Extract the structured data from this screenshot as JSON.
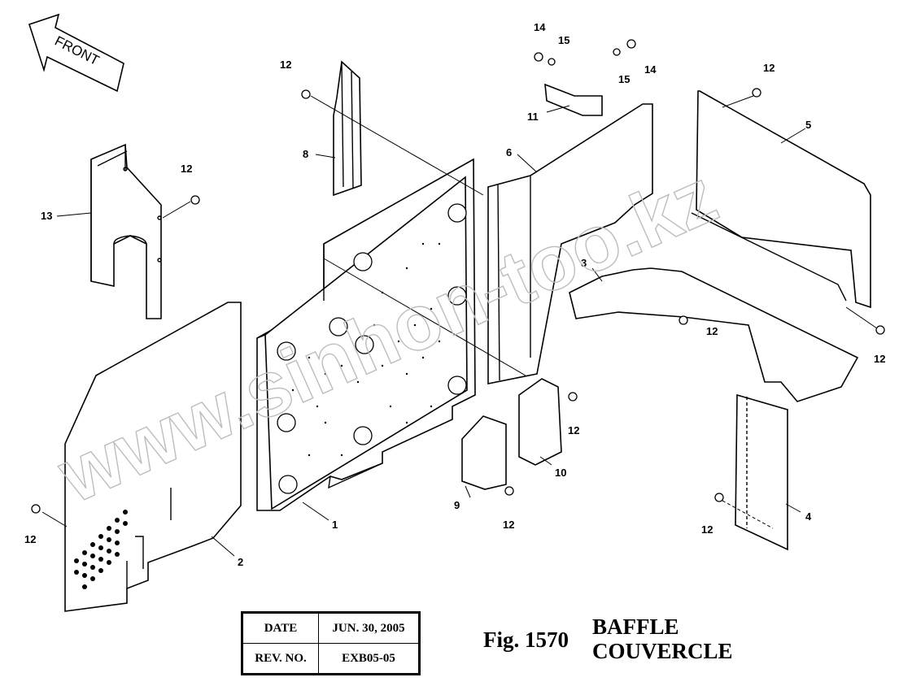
{
  "front_label": "FRONT",
  "watermark": "www.sinhon-too.kz",
  "table": {
    "date_label": "DATE",
    "date_value": "JUN. 30, 2005",
    "rev_label": "REV. NO.",
    "rev_value": "EXB05-05"
  },
  "figure": {
    "number": "Fig. 1570",
    "title_en": "BAFFLE",
    "title_fr": "COUVERCLE"
  },
  "callouts": [
    {
      "id": "c1",
      "text": "1"
    },
    {
      "id": "c2",
      "text": "2"
    },
    {
      "id": "c3",
      "text": "3"
    },
    {
      "id": "c4",
      "text": "4"
    },
    {
      "id": "c5",
      "text": "5"
    },
    {
      "id": "c6",
      "text": "6"
    },
    {
      "id": "c8",
      "text": "8"
    },
    {
      "id": "c9",
      "text": "9"
    },
    {
      "id": "c10",
      "text": "10"
    },
    {
      "id": "c11",
      "text": "11"
    },
    {
      "id": "c12a",
      "text": "12"
    },
    {
      "id": "c12b",
      "text": "12"
    },
    {
      "id": "c12c",
      "text": "12"
    },
    {
      "id": "c12d",
      "text": "12"
    },
    {
      "id": "c12e",
      "text": "12"
    },
    {
      "id": "c12f",
      "text": "12"
    },
    {
      "id": "c12g",
      "text": "12"
    },
    {
      "id": "c12h",
      "text": "12"
    },
    {
      "id": "c12i",
      "text": "12"
    },
    {
      "id": "c13",
      "text": "13"
    },
    {
      "id": "c14a",
      "text": "14"
    },
    {
      "id": "c14b",
      "text": "14"
    },
    {
      "id": "c15a",
      "text": "15"
    },
    {
      "id": "c15b",
      "text": "15"
    }
  ]
}
